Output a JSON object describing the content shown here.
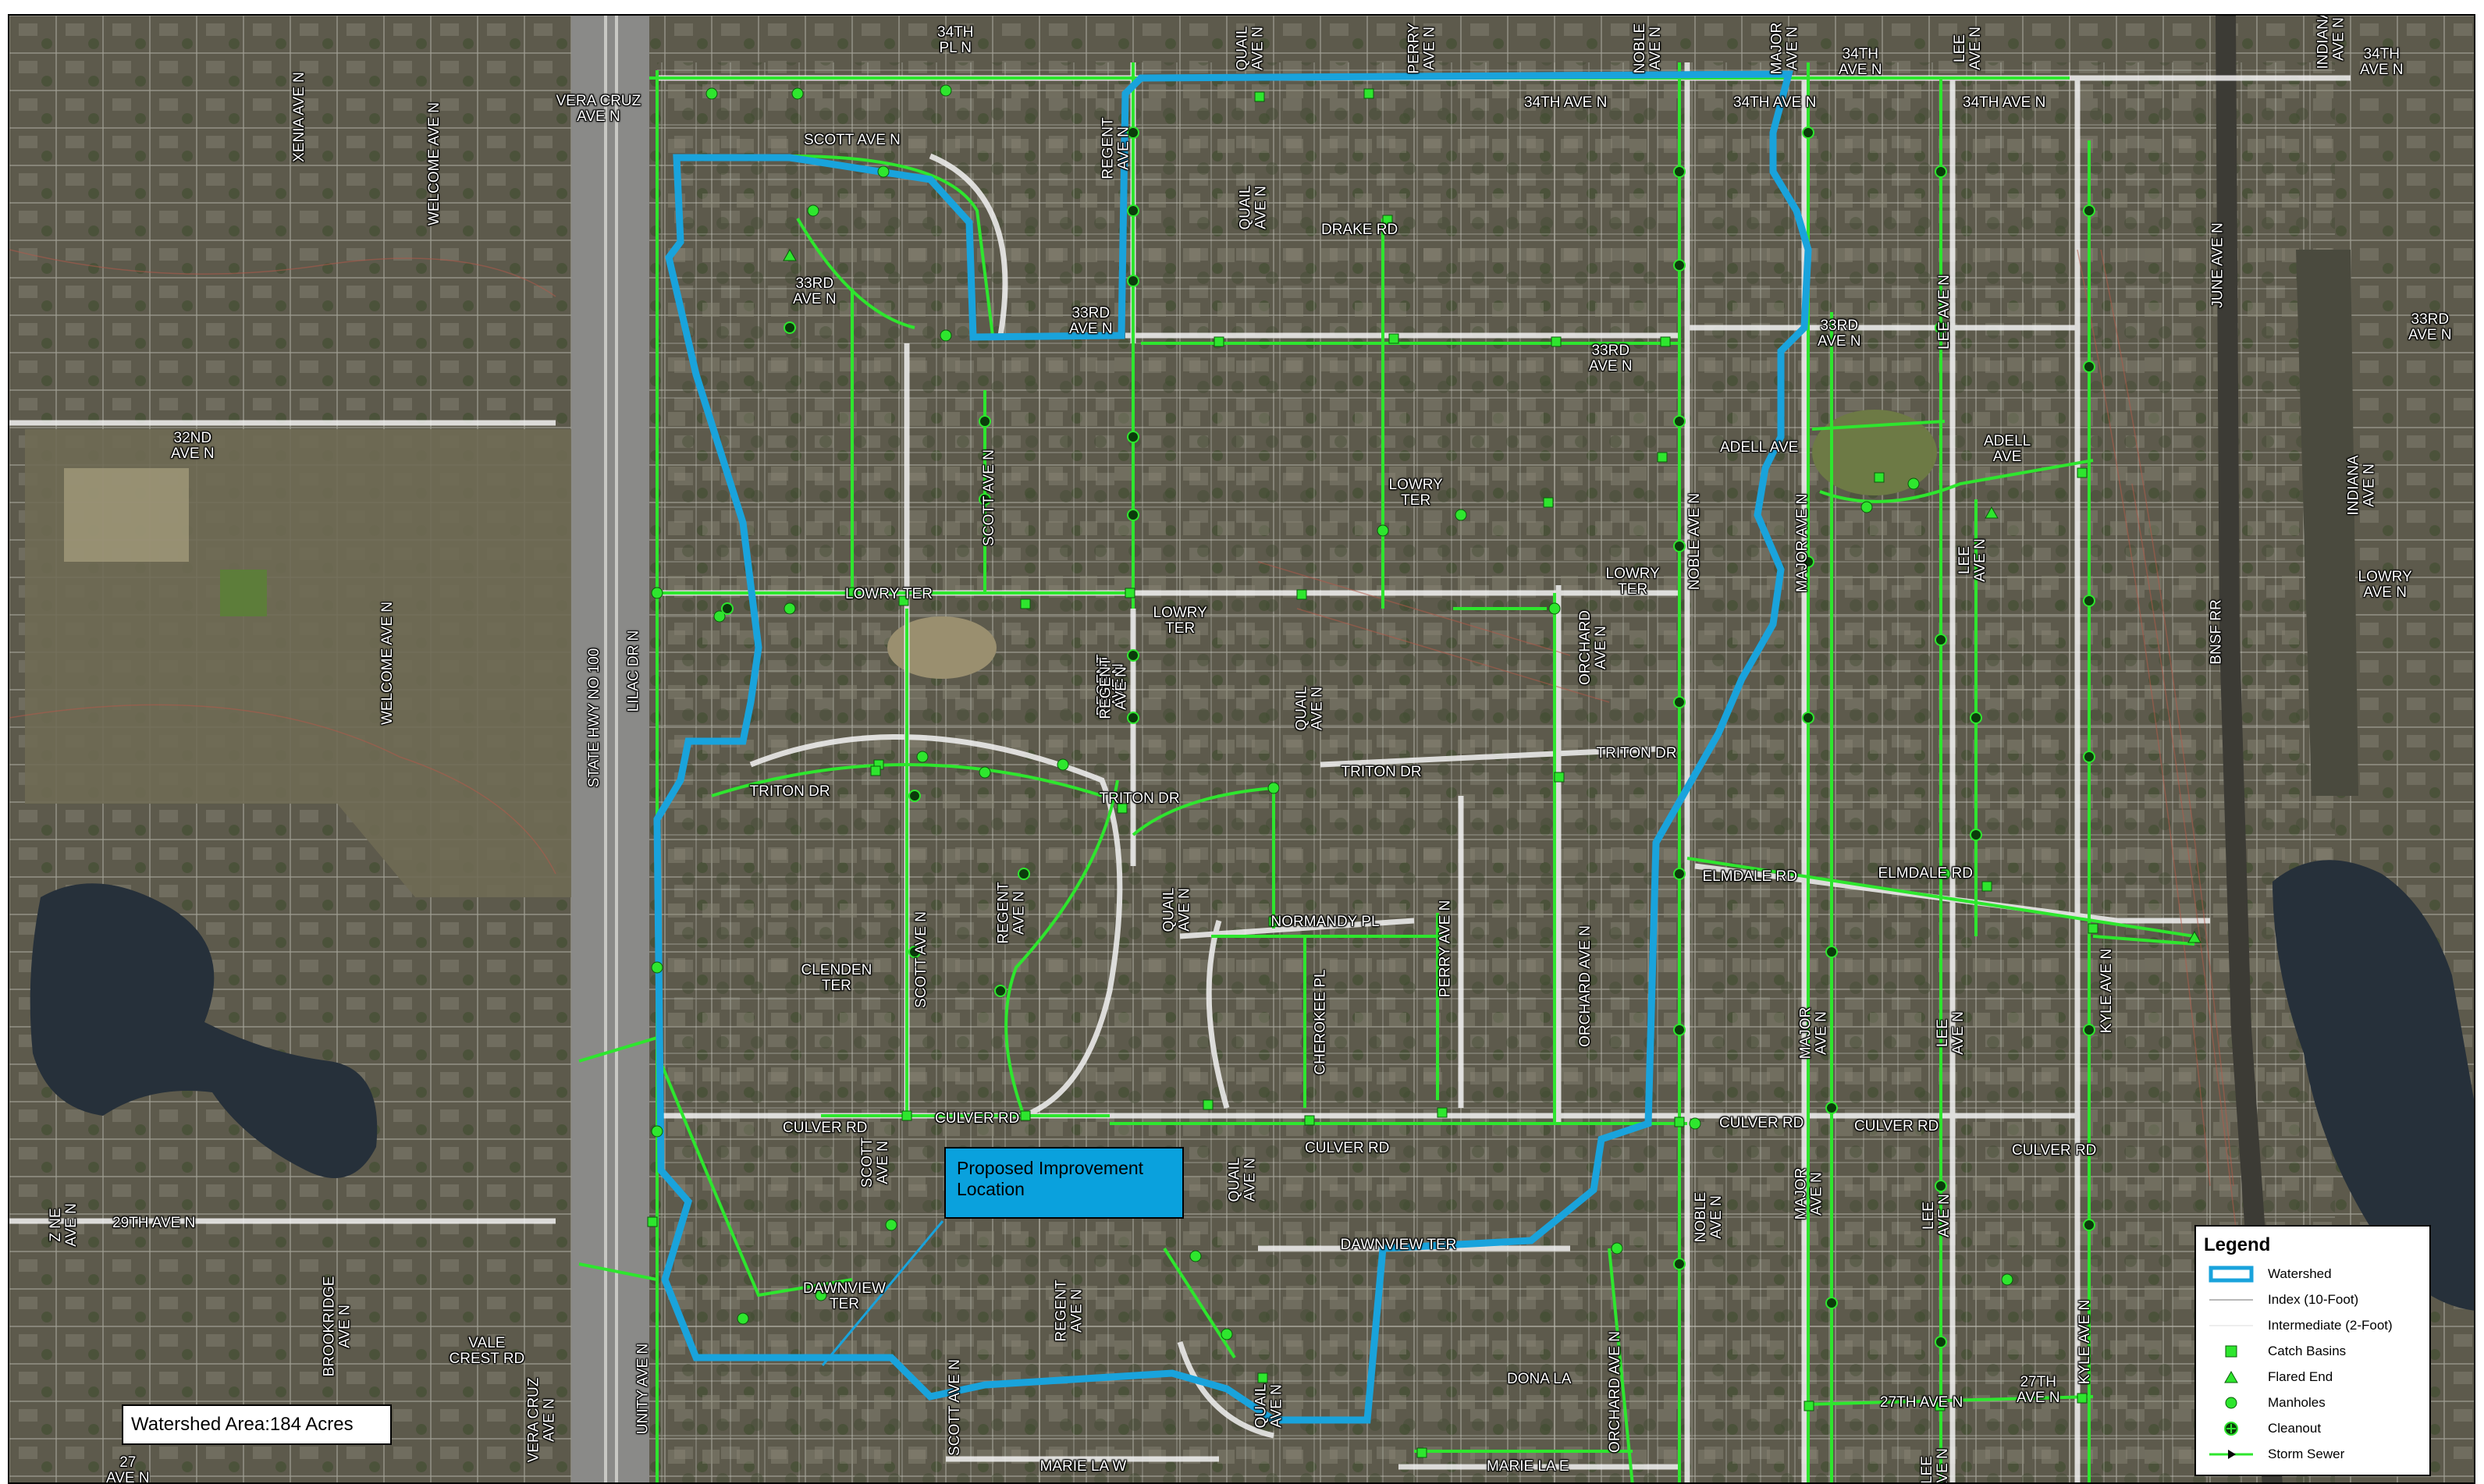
{
  "labels": [
    {
      "text": "34TH\nPL N",
      "orient": "h"
    },
    {
      "text": "QUAIL\nAVE N",
      "orient": "v"
    },
    {
      "text": "PERRY\nAVE N",
      "orient": "v"
    },
    {
      "text": "NOBLE\nAVE N",
      "orient": "v"
    },
    {
      "text": "MAJOR\nAVE N",
      "orient": "v"
    },
    {
      "text": "34TH\nAVE N",
      "orient": "h"
    },
    {
      "text": "LEE\nAVE N",
      "orient": "v"
    },
    {
      "text": "INDIANA\nAVE N",
      "orient": "v"
    },
    {
      "text": "34TH\nAVE N",
      "orient": "h"
    },
    {
      "text": "XENIA AVE N",
      "orient": "v"
    },
    {
      "text": "WELCOME AVE N",
      "orient": "v"
    },
    {
      "text": "VERA CRUZ\nAVE N",
      "orient": "h"
    },
    {
      "text": "SCOTT AVE N",
      "orient": "h"
    },
    {
      "text": "REGENT\nAVE N",
      "orient": "v"
    },
    {
      "text": "QUAIL\nAVE N",
      "orient": "v"
    },
    {
      "text": "34TH AVE N",
      "orient": "h"
    },
    {
      "text": "34TH AVE N",
      "orient": "h"
    },
    {
      "text": "34TH AVE N",
      "orient": "h"
    },
    {
      "text": "DRAKE RD",
      "orient": "h"
    },
    {
      "text": "33RD\nAVE N",
      "orient": "h"
    },
    {
      "text": "33RD\nAVE N",
      "orient": "h"
    },
    {
      "text": "33RD\nAVE N",
      "orient": "h"
    },
    {
      "text": "33RD\nAVE N",
      "orient": "h"
    },
    {
      "text": "33RD\nAVE N",
      "orient": "h"
    },
    {
      "text": "LEE AVE N",
      "orient": "v"
    },
    {
      "text": "JUNE AVE N",
      "orient": "v"
    },
    {
      "text": "32ND\nAVE N",
      "orient": "h"
    },
    {
      "text": "SCOTT AVE N",
      "orient": "v"
    },
    {
      "text": "LOWRY\nTER",
      "orient": "h"
    },
    {
      "text": "ADELL AVE",
      "orient": "h"
    },
    {
      "text": "ADELL\nAVE",
      "orient": "h"
    },
    {
      "text": "NOBLE AVE N",
      "orient": "v"
    },
    {
      "text": "MAJOR AVE N",
      "orient": "v"
    },
    {
      "text": "LEE\nAVE N",
      "orient": "v"
    },
    {
      "text": "INDIANA\nAVE N",
      "orient": "v"
    },
    {
      "text": "LOWRY TER",
      "orient": "h"
    },
    {
      "text": "REGENT\nAVE N",
      "orient": "v"
    },
    {
      "text": "LOWRY\nTER",
      "orient": "h"
    },
    {
      "text": "LOWRY\nTER",
      "orient": "h"
    },
    {
      "text": "LOWRY\nAVE N",
      "orient": "h"
    },
    {
      "text": "WELCOME AVE N",
      "orient": "v"
    },
    {
      "text": "LILAC DR N",
      "orient": "v"
    },
    {
      "text": "STATE HWY NO 100",
      "orient": "v"
    },
    {
      "text": "REGENT\nAVE N",
      "orient": "v"
    },
    {
      "text": "QUAIL\nAVE N",
      "orient": "v"
    },
    {
      "text": "ORCHARD\nAVE N",
      "orient": "v"
    },
    {
      "text": "BNSF RR",
      "orient": "v"
    },
    {
      "text": "TRITON DR",
      "orient": "h"
    },
    {
      "text": "TRITON DR",
      "orient": "h"
    },
    {
      "text": "TRITON DR",
      "orient": "h"
    },
    {
      "text": "TRITON DR",
      "orient": "h"
    },
    {
      "text": "ELMDALE RD",
      "orient": "h"
    },
    {
      "text": "ELMDALE RD",
      "orient": "h"
    },
    {
      "text": "REGENT\nAVE N",
      "orient": "v"
    },
    {
      "text": "QUAIL\nAVE N",
      "orient": "v"
    },
    {
      "text": "NORMANDY PL",
      "orient": "h"
    },
    {
      "text": "PERRY AVE N",
      "orient": "v"
    },
    {
      "text": "CLENDEN\nTER",
      "orient": "h"
    },
    {
      "text": "SCOTT AVE N",
      "orient": "v"
    },
    {
      "text": "CHEROKEE PL",
      "orient": "v"
    },
    {
      "text": "ORCHARD AVE N",
      "orient": "v"
    },
    {
      "text": "MAJOR\nAVE N",
      "orient": "v"
    },
    {
      "text": "LEE\nAVE N",
      "orient": "v"
    },
    {
      "text": "KYLE AVE N",
      "orient": "v"
    },
    {
      "text": "CULVER RD",
      "orient": "h"
    },
    {
      "text": "CULVER RD",
      "orient": "h"
    },
    {
      "text": "CULVER RD",
      "orient": "h"
    },
    {
      "text": "CULVER RD",
      "orient": "h"
    },
    {
      "text": "CULVER RD",
      "orient": "h"
    },
    {
      "text": "CULVER RD",
      "orient": "h"
    },
    {
      "text": "SCOTT\nAVE N",
      "orient": "v"
    },
    {
      "text": "QUAIL\nAVE N",
      "orient": "v"
    },
    {
      "text": "NOBLE\nAVE N",
      "orient": "v"
    },
    {
      "text": "MAJOR\nAVE N",
      "orient": "v"
    },
    {
      "text": "LEE\nAVE N",
      "orient": "v"
    },
    {
      "text": "Z NE\nAVE N",
      "orient": "v"
    },
    {
      "text": "29TH AVE N",
      "orient": "h"
    },
    {
      "text": "DAWNVIEW TER",
      "orient": "h"
    },
    {
      "text": "BROOKRIDGE\nAVE N",
      "orient": "v"
    },
    {
      "text": "VALE\nCREST RD",
      "orient": "h"
    },
    {
      "text": "DAWNVIEW\nTER",
      "orient": "h"
    },
    {
      "text": "REGENT\nAVE N",
      "orient": "v"
    },
    {
      "text": "UNITY AVE N",
      "orient": "v"
    },
    {
      "text": "VERA CRUZ\nAVE N",
      "orient": "v"
    },
    {
      "text": "SCOTT AVE N",
      "orient": "v"
    },
    {
      "text": "QUAIL\nAVE N",
      "orient": "v"
    },
    {
      "text": "DONA LA",
      "orient": "h"
    },
    {
      "text": "ORCHARD AVE N",
      "orient": "v"
    },
    {
      "text": "27TH AVE N",
      "orient": "h"
    },
    {
      "text": "27TH\nAVE N",
      "orient": "h"
    },
    {
      "text": "KYLE AVE N",
      "orient": "v"
    },
    {
      "text": "MARIE LA W",
      "orient": "h"
    },
    {
      "text": "MARIE LA E",
      "orient": "h"
    },
    {
      "text": "LEE\nAVE N",
      "orient": "v"
    },
    {
      "text": "27\nAVE N",
      "orient": "h"
    }
  ],
  "callout": "Proposed Improvement\nLocation",
  "watershed_area": "Watershed Area:184 Acres",
  "legend": {
    "title": "Legend",
    "items": [
      {
        "label": "Watershed",
        "symbol": "watershed-box-icon"
      },
      {
        "label": "Index (10-Foot)",
        "symbol": "line-index-icon"
      },
      {
        "label": "Intermediate (2-Foot)",
        "symbol": "line-intermediate-icon"
      },
      {
        "label": "Catch Basins",
        "symbol": "square-icon"
      },
      {
        "label": "Flared End",
        "symbol": "triangle-icon"
      },
      {
        "label": "Manholes",
        "symbol": "circle-icon"
      },
      {
        "label": "Cleanout",
        "symbol": "cleanout-icon"
      },
      {
        "label": "Storm Sewer",
        "symbol": "arrow-line-icon"
      }
    ]
  },
  "colors": {
    "watershed": "#19a3dc",
    "storm_sewer": "#2ee62e",
    "road": "#ffffff",
    "aerial_base": "#5d5a4c",
    "water": "#26303a",
    "callout_fill": "#0aa1dd"
  }
}
